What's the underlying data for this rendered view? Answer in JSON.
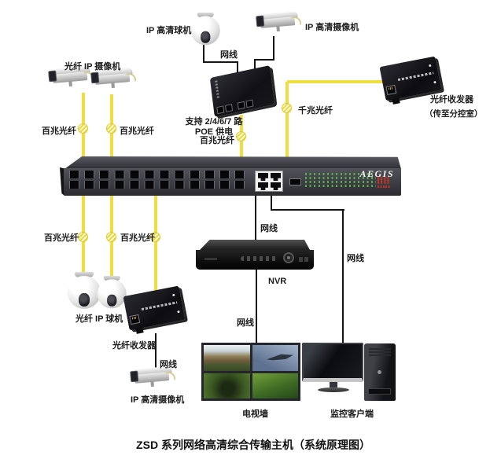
{
  "title": "ZSD 系列网络高清综合传输主机（系统原理图）",
  "brand": "AEGIS",
  "labels": {
    "fiber_ip_cameras": "光纤 IP 摄像机",
    "ip_hd_dome": "IP 高清球机",
    "ip_hd_camera": "IP 高清摄像机",
    "poe_support_line1": "支持 2/4/6/7 路",
    "poe_support_line2": "POE 供电",
    "transceiver": "光纤收发器",
    "transceiver_remote_note": "（传至分控室）",
    "nvr": "NVR",
    "fiber_ip_domes": "光纤 IP 球机",
    "tv_wall": "电视墙",
    "monitor_client": "监控客户端"
  },
  "cables": {
    "lan": "网线",
    "fiber_100m": "百兆光纤",
    "fiber_1g": "千兆光纤"
  },
  "colors": {
    "fiber_yellow": "#f0dd3f",
    "ethernet_black": "#161616",
    "led_green": "#57a94c",
    "led_red": "#c03427"
  }
}
